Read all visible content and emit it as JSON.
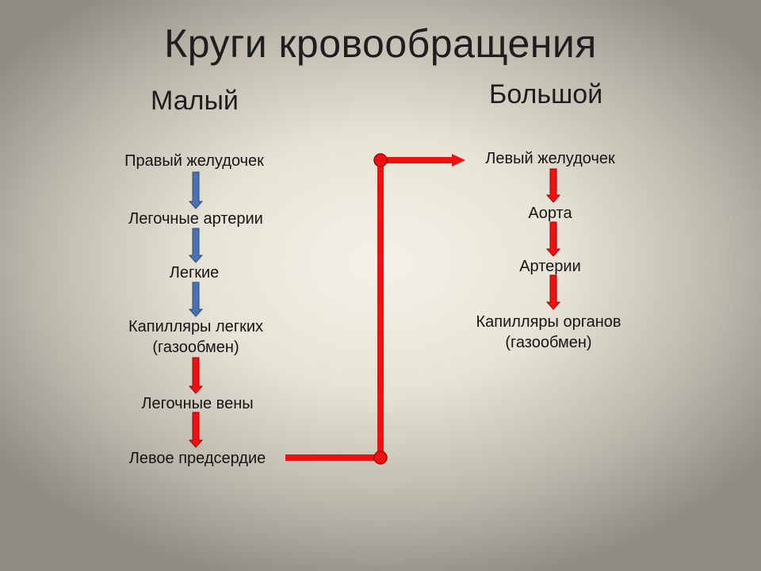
{
  "title": "Круги кровообращения",
  "small_circle": {
    "heading": "Малый",
    "steps": [
      "Правый желудочек",
      "Легочные артерии",
      "Легкие",
      "Капилляры легких",
      "(газообмен)",
      "Легочные вены",
      "Левое предсердие"
    ]
  },
  "big_circle": {
    "heading": "Большой",
    "steps": [
      "Левый желудочек",
      "Аорта",
      "Артерии",
      "Капилляры органов",
      "(газообмен)"
    ]
  },
  "colors": {
    "venous_arrow": "#4a72b0",
    "venous_outline": "#2e4c80",
    "arterial_arrow": "#ee1111",
    "arterial_outline": "#a80000",
    "connector": "#ee1111"
  }
}
